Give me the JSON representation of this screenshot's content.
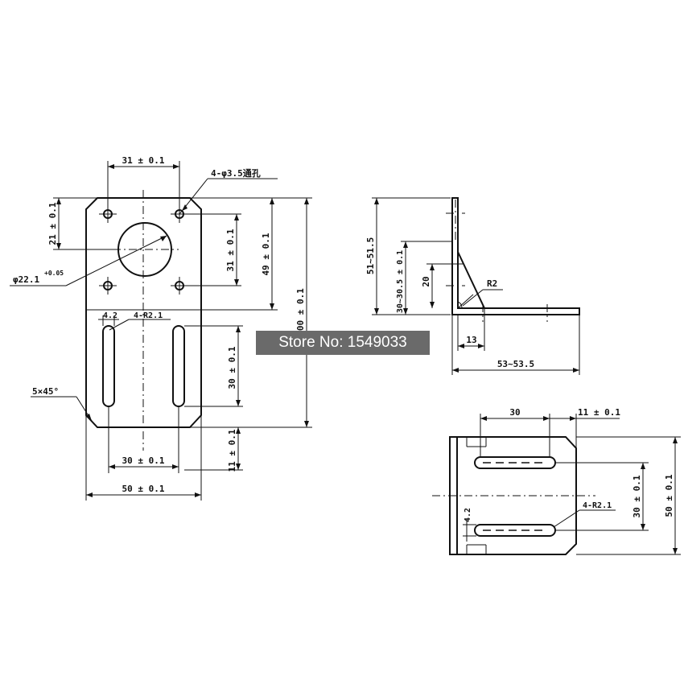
{
  "watermark": "Store No: 1549033",
  "front_view": {
    "dim_top_width": "31 ± 0.1",
    "dim_holes": "4-φ3.5通孔",
    "dim_top_offset": "21 ± 0.1",
    "dim_hole_pitch_v": "31 ± 0.1",
    "dim_upper_height": "49 ± 0.1",
    "dim_total_height": "100 ± 0.1",
    "dim_bore": "φ22.1",
    "dim_bore_tol": "+0.05",
    "dim_slot_width": "4.2",
    "dim_slot_radius": "4-R2.1",
    "dim_slot_length": "30 ± 0.1",
    "dim_chamfer": "5×45°",
    "dim_slot_pitch": "30 ± 0.1",
    "dim_bottom_offset": "11 ± 0.1",
    "dim_width": "50 ± 0.1"
  },
  "side_view": {
    "dim_height": "51~51.5",
    "dim_rib_height": "30~30.5 ± 0.1",
    "dim_rib": "20",
    "dim_radius": "R2",
    "dim_foot": "13",
    "dim_length": "53~53.5"
  },
  "top_view": {
    "dim_slot_pitch_h": "30",
    "dim_offset": "11 ± 0.1",
    "dim_slot_radius": "4-R2.1",
    "dim_slot_width": "4.2",
    "dim_slot_pitch_v": "30 ± 0.1",
    "dim_width": "50 ± 0.1"
  }
}
